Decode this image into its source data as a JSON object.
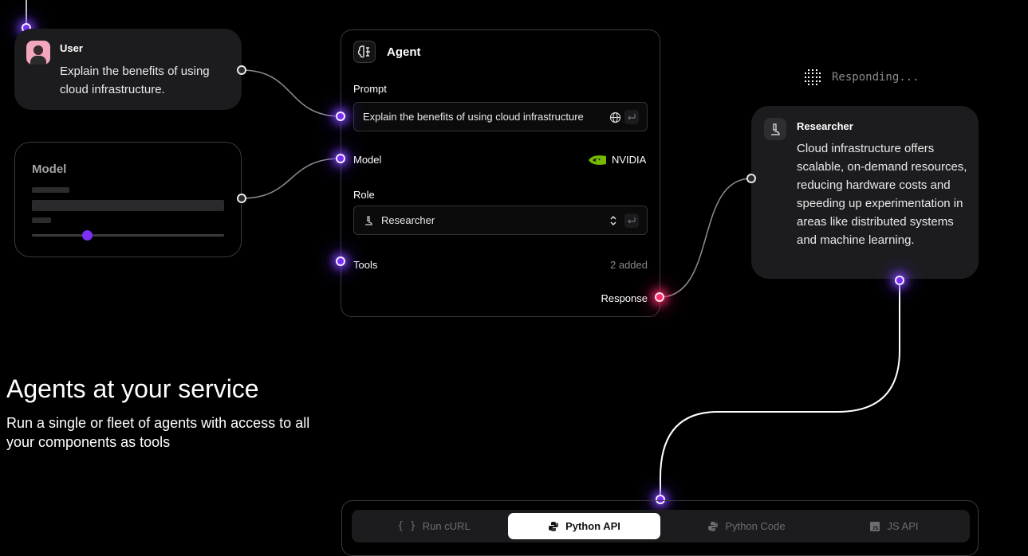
{
  "user_node": {
    "name": "User",
    "message": "Explain the benefits of using cloud infrastructure."
  },
  "model_node": {
    "title": "Model"
  },
  "agent_node": {
    "title": "Agent",
    "prompt_label": "Prompt",
    "prompt_value": "Explain the benefits of using cloud infrastructure",
    "model_label": "Model",
    "model_provider": "NVIDIA",
    "role_label": "Role",
    "role_value": "Researcher",
    "tools_label": "Tools",
    "tools_count": "2 added",
    "response_label": "Response"
  },
  "status": {
    "text": "Responding..."
  },
  "researcher_node": {
    "name": "Researcher",
    "message": "Cloud infrastructure offers scalable, on-demand resources, reducing hardware costs and speeding up experimentation in areas like distributed systems and machine learning."
  },
  "hero": {
    "heading": "Agents at your service",
    "subheading": "Run a single or fleet of agents with access to all your components as tools"
  },
  "api_tabs": [
    {
      "label": "Run cURL",
      "icon": "braces-icon",
      "active": false
    },
    {
      "label": "Python API",
      "icon": "python-icon",
      "active": true
    },
    {
      "label": "Python Code",
      "icon": "python-icon",
      "active": false
    },
    {
      "label": "JS API",
      "icon": "js-icon",
      "active": false
    }
  ],
  "colors": {
    "accent_violet": "#7b2ff7",
    "accent_pink": "#ff2b6a",
    "nvidia_green": "#76b900",
    "card_bg": "#1c1c1e"
  }
}
